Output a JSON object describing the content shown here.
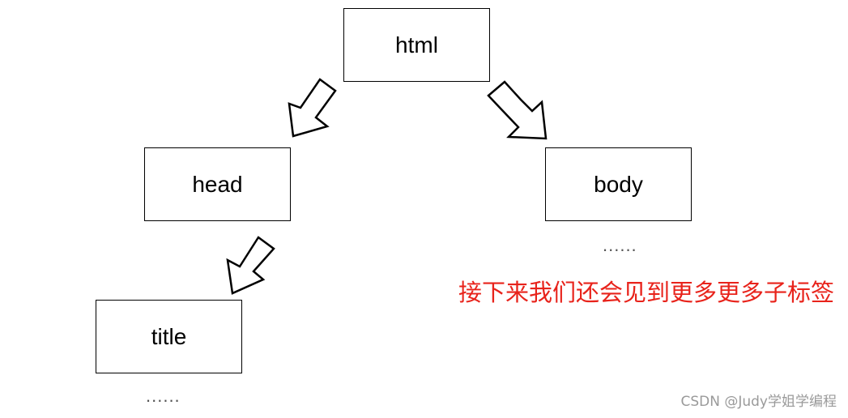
{
  "diagram": {
    "nodes": {
      "html": "html",
      "head": "head",
      "body": "body",
      "title": "title"
    },
    "ellipsis_body": "......",
    "ellipsis_title": "......",
    "note": "接下来我们还会见到更多更多子标签",
    "watermark": "CSDN @Judy学姐学编程"
  }
}
